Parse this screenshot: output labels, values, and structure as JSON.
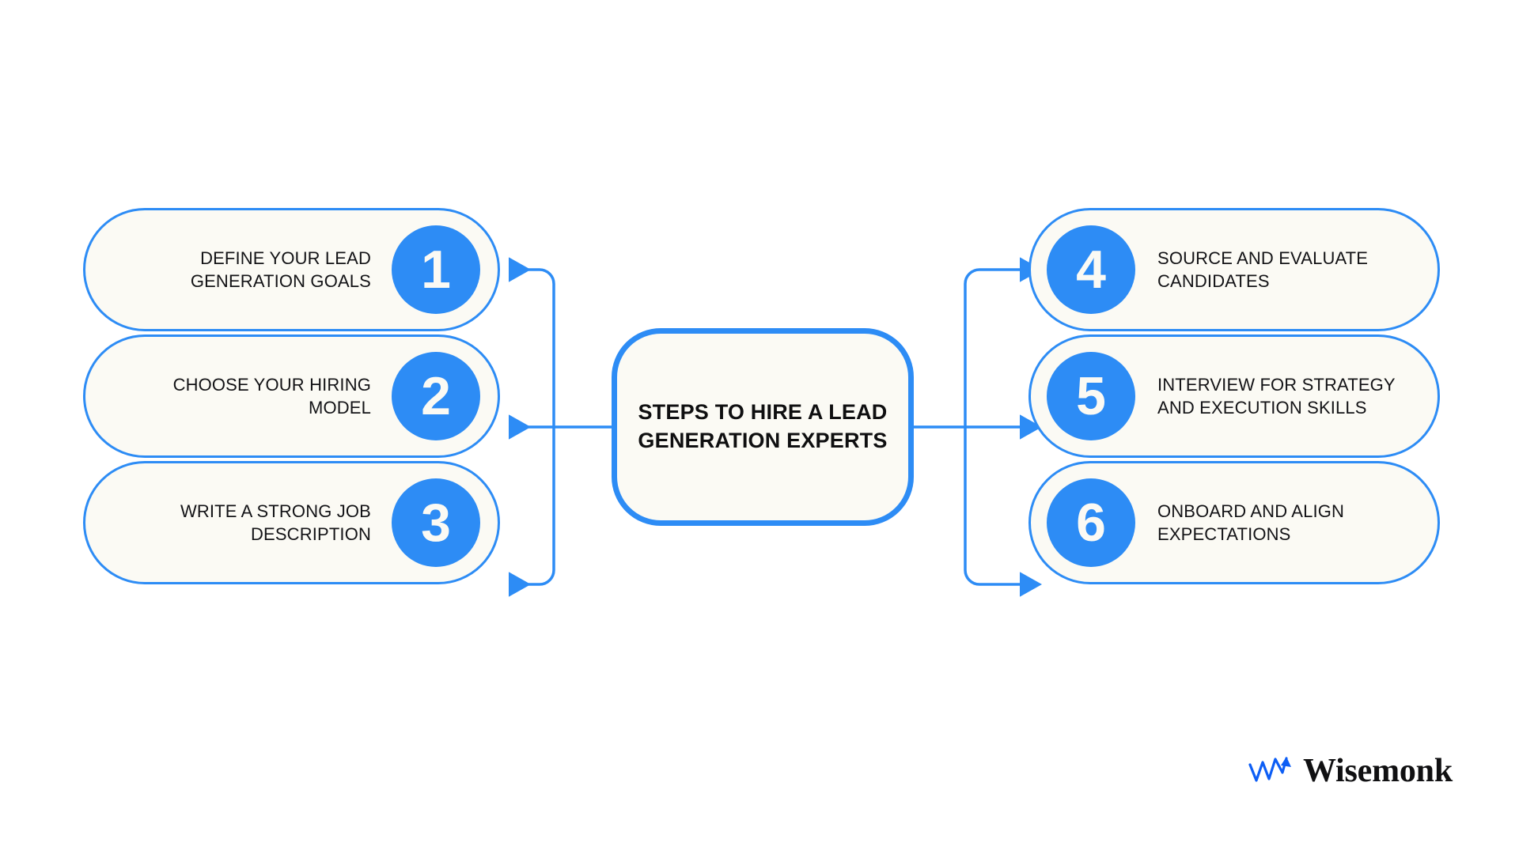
{
  "theme": {
    "background": "#ffffff",
    "accent": "#2d8cf5",
    "card_fill": "#fbfaf4",
    "text": "#131316",
    "badge_text": "#fbfaf4"
  },
  "center": {
    "title": "STEPS TO HIRE A LEAD GENERATION EXPERTS"
  },
  "steps_left": [
    {
      "number": "1",
      "label": "DEFINE YOUR LEAD\nGENERATION GOALS"
    },
    {
      "number": "2",
      "label": "CHOOSE YOUR HIRING\nMODEL"
    },
    {
      "number": "3",
      "label": "WRITE A STRONG JOB\nDESCRIPTION"
    }
  ],
  "steps_right": [
    {
      "number": "4",
      "label": "SOURCE AND EVALUATE\nCANDIDATES"
    },
    {
      "number": "5",
      "label": "INTERVIEW FOR STRATEGY\nAND EXECUTION SKILLS"
    },
    {
      "number": "6",
      "label": "ONBOARD AND ALIGN\nEXPECTATIONS"
    }
  ],
  "brand": {
    "name": "Wisemonk",
    "mark": "zigzag-arrow-icon"
  },
  "chart_data": {
    "type": "diagram",
    "title": "STEPS TO HIRE A LEAD GENERATION EXPERTS",
    "layout": "central-hub-with-two-branch-columns",
    "nodes": [
      {
        "id": "hub",
        "label": "STEPS TO HIRE A LEAD GENERATION EXPERTS",
        "side": "center"
      },
      {
        "id": "s1",
        "number": 1,
        "label": "DEFINE YOUR LEAD GENERATION GOALS",
        "side": "left"
      },
      {
        "id": "s2",
        "number": 2,
        "label": "CHOOSE YOUR HIRING MODEL",
        "side": "left"
      },
      {
        "id": "s3",
        "number": 3,
        "label": "WRITE A STRONG JOB DESCRIPTION",
        "side": "left"
      },
      {
        "id": "s4",
        "number": 4,
        "label": "SOURCE AND EVALUATE CANDIDATES",
        "side": "right"
      },
      {
        "id": "s5",
        "number": 5,
        "label": "INTERVIEW FOR STRATEGY AND EXECUTION SKILLS",
        "side": "right"
      },
      {
        "id": "s6",
        "number": 6,
        "label": "ONBOARD AND ALIGN EXPECTATIONS",
        "side": "right"
      }
    ],
    "edges": [
      {
        "from": "hub",
        "to": "s1",
        "arrow": "to"
      },
      {
        "from": "hub",
        "to": "s2",
        "arrow": "to"
      },
      {
        "from": "hub",
        "to": "s3",
        "arrow": "to"
      },
      {
        "from": "hub",
        "to": "s4",
        "arrow": "to"
      },
      {
        "from": "hub",
        "to": "s5",
        "arrow": "to"
      },
      {
        "from": "hub",
        "to": "s6",
        "arrow": "to"
      }
    ]
  }
}
